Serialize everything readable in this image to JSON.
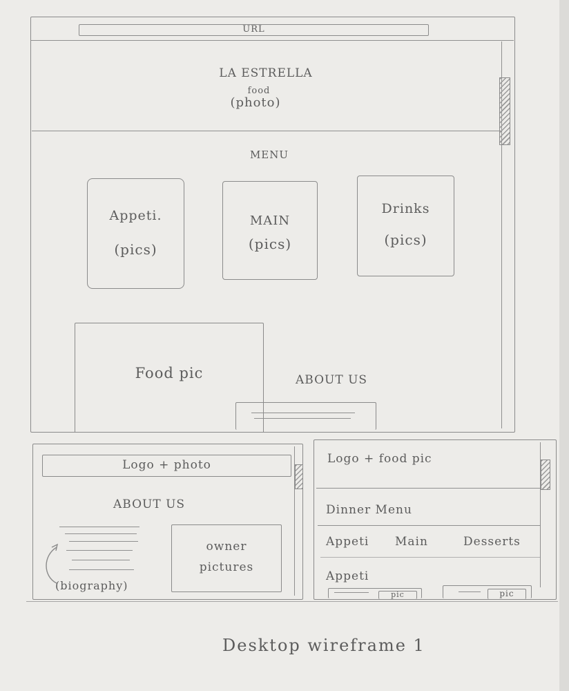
{
  "browser": {
    "url_label": "URL"
  },
  "hero": {
    "title": "LA ESTRELLA",
    "photo_note_top": "food",
    "photo_note_bottom": "(photo)"
  },
  "menu": {
    "heading": "MENU",
    "cards": [
      {
        "title": "Appeti.",
        "note": "(pics)"
      },
      {
        "title": "MAIN",
        "note": "(pics)"
      },
      {
        "title": "Drinks",
        "note": "(pics)"
      }
    ]
  },
  "food_pic": {
    "label": "Food pic"
  },
  "about_link": {
    "label": "ABOUT US"
  },
  "about_page": {
    "header": "Logo + photo",
    "heading": "ABOUT US",
    "owner_pictures": "owner pictures",
    "biography": "(biography)"
  },
  "dinner_page": {
    "header": "Logo + food pic",
    "title": "Dinner Menu",
    "tabs": [
      "Appeti",
      "Main",
      "Desserts"
    ],
    "section": "Appeti",
    "item_pics": [
      "pic",
      "pic"
    ]
  },
  "caption": "Desktop wireframe 1"
}
